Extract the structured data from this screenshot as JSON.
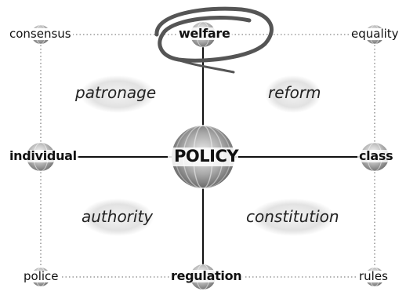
{
  "center": {
    "label": "POLICY"
  },
  "axis": {
    "top": "welfare",
    "bottom": "regulation",
    "left": "individual",
    "right": "class"
  },
  "corners": {
    "top_left": "consensus",
    "top_right": "equality",
    "bottom_left": "police",
    "bottom_right": "rules"
  },
  "quadrants": {
    "top_left": "patronage",
    "top_right": "reform",
    "bottom_left": "authority",
    "bottom_right": "constitution"
  },
  "highlight": {
    "target": "welfare",
    "style": "hand-drawn circle"
  },
  "colors": {
    "line": "#111111",
    "dotted": "#9a9a9a",
    "highlight": "#555555",
    "sphere_light": "#ffffff",
    "sphere_dark": "#6e6e6e",
    "blob": "#e4e4e4"
  }
}
